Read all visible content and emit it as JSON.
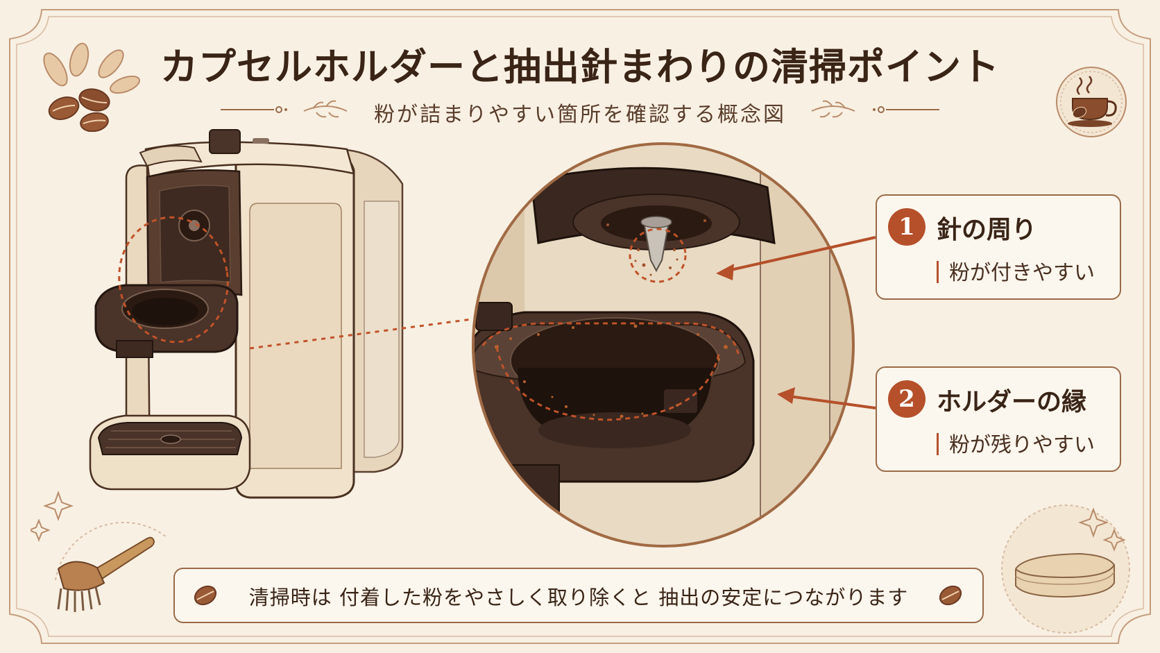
{
  "header": {
    "title": "カプセルホルダーと抽出針まわりの清掃ポイント",
    "subtitle": "粉が詰まりやすい箇所を確認する概念図"
  },
  "callouts": [
    {
      "number": "1",
      "title": "針の周り",
      "text": "粉が付きやすい"
    },
    {
      "number": "2",
      "title": "ホルダーの縁",
      "text": "粉が残りやすい"
    }
  ],
  "footer": {
    "text": "清掃時は 付着した粉をやさしく取り除くと 抽出の安定につながります"
  },
  "colors": {
    "background": "#f8f0e3",
    "frame": "#b98c6a",
    "accent": "#b5502a",
    "dark_brown": "#3a2416",
    "machine_cream": "#efe0c8",
    "holder_dark": "#4a3328"
  },
  "icons": [
    "coffee-bean-leaf-icon",
    "coffee-cup-icon",
    "brush-icon",
    "cleaning-cloth-icon",
    "sparkle-icon",
    "coffee-bean-icon"
  ]
}
